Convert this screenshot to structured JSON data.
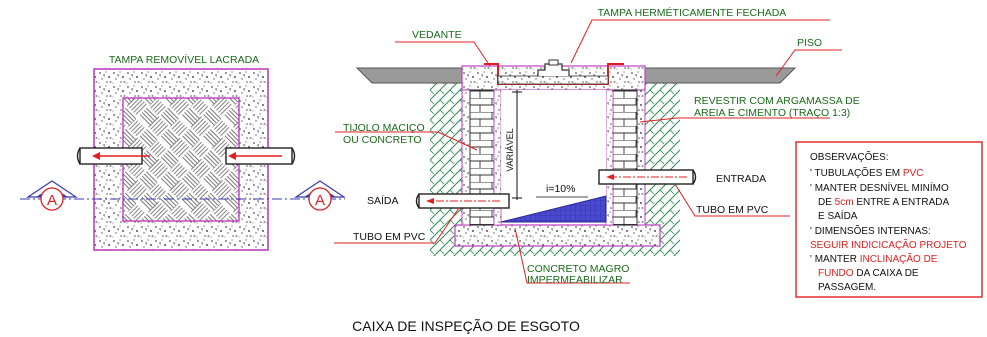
{
  "title": "CAIXA DE INSPEÇÃO DE ESGOTO",
  "plan": {
    "lid_label": "TAMPA REMOVÍVEL LACRADA",
    "section_mark": "A"
  },
  "section": {
    "lid_label": "TAMPA HERMÉTICAMENTE FECHADA",
    "seal_label": "VEDANTE",
    "floor_label": "PISO",
    "render_label_1": "REVESTIR COM ARGAMASSA DE",
    "render_label_2": "AREIA E CIMENTO (TRAÇO 1:3)",
    "brick_label_1": "TIJOLO MACIÇO",
    "brick_label_2": "OU CONCRETO",
    "variable_label": "VARIÁVEL",
    "slope_label": "i=10%",
    "inlet_label": "ENTRADA",
    "outlet_label": "SAÍDA",
    "pipe_right_label": "TUBO EM PVC",
    "pipe_left_label": "TUBO EM PVC",
    "base_label_1": "CONCRETO MAGRO",
    "base_label_2": "IMPERMEABILIZAR"
  },
  "observations": {
    "heading": "OBSERVAÇÕES:",
    "l1a": "' TUBULAÇÕES EM ",
    "l1b": "PVC",
    "l2": "' MANTER DESNÍVEL MINÍMO",
    "l3a": "DE ",
    "l3b": "5cm",
    "l3c": " ENTRE A ENTRADA",
    "l4": "E SAÍDA",
    "l5": "' DIMENSÕES INTERNAS:",
    "l6": "SEGUIR INDICICAÇÃO PROJETO",
    "l7a": "' MANTER ",
    "l7b": "INCLINAÇÃO DE",
    "l8a": "FUNDO",
    "l8b": " DA CAIXA DE",
    "l9": "PASSAGEM."
  },
  "colors": {
    "leader": "#e02020",
    "label_green": "#1a6b1a",
    "outline_magenta": "#c040c0",
    "soil_hatch": "#2e8b57",
    "fill_blue": "#3a3ab0",
    "observation_border": "#e02020"
  }
}
